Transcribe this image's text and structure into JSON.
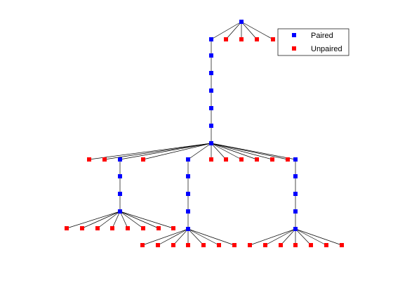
{
  "colors": {
    "paired": "#0000ff",
    "unpaired": "#ff0000",
    "edge": "#000000",
    "legend_border": "#000000",
    "background": "#ffffff"
  },
  "legend": {
    "paired_label": "Paired",
    "unpaired_label": "Unpaired"
  },
  "tree": {
    "nodes": [
      {
        "id": "root",
        "type": "paired"
      },
      {
        "id": "u-r1",
        "type": "unpaired"
      },
      {
        "id": "u-r2",
        "type": "unpaired"
      },
      {
        "id": "u-r3",
        "type": "unpaired"
      },
      {
        "id": "u-r4",
        "type": "unpaired"
      },
      {
        "id": "p-s1",
        "type": "paired"
      },
      {
        "id": "p-s2",
        "type": "paired"
      },
      {
        "id": "p-s3",
        "type": "paired"
      },
      {
        "id": "p-s4",
        "type": "paired"
      },
      {
        "id": "p-s5",
        "type": "paired"
      },
      {
        "id": "p-s6",
        "type": "paired"
      },
      {
        "id": "hub",
        "type": "paired"
      },
      {
        "id": "u-h1",
        "type": "unpaired"
      },
      {
        "id": "u-h2",
        "type": "unpaired"
      },
      {
        "id": "u-h3",
        "type": "unpaired"
      },
      {
        "id": "u-h4",
        "type": "unpaired"
      },
      {
        "id": "u-h5",
        "type": "unpaired"
      },
      {
        "id": "u-h6",
        "type": "unpaired"
      },
      {
        "id": "u-h7",
        "type": "unpaired"
      },
      {
        "id": "u-h8",
        "type": "unpaired"
      },
      {
        "id": "u-h9",
        "type": "unpaired"
      },
      {
        "id": "a1",
        "type": "paired"
      },
      {
        "id": "a2",
        "type": "paired"
      },
      {
        "id": "a3",
        "type": "paired"
      },
      {
        "id": "a4",
        "type": "paired"
      },
      {
        "id": "b1",
        "type": "paired"
      },
      {
        "id": "b2",
        "type": "paired"
      },
      {
        "id": "b3",
        "type": "paired"
      },
      {
        "id": "b4",
        "type": "paired"
      },
      {
        "id": "b5",
        "type": "paired"
      },
      {
        "id": "c1",
        "type": "paired"
      },
      {
        "id": "c2",
        "type": "paired"
      },
      {
        "id": "c3",
        "type": "paired"
      },
      {
        "id": "c4",
        "type": "paired"
      },
      {
        "id": "c5",
        "type": "paired"
      },
      {
        "id": "u-a1",
        "type": "unpaired"
      },
      {
        "id": "u-a2",
        "type": "unpaired"
      },
      {
        "id": "u-a3",
        "type": "unpaired"
      },
      {
        "id": "u-a4",
        "type": "unpaired"
      },
      {
        "id": "u-a5",
        "type": "unpaired"
      },
      {
        "id": "u-a6",
        "type": "unpaired"
      },
      {
        "id": "u-a7",
        "type": "unpaired"
      },
      {
        "id": "u-a8",
        "type": "unpaired"
      },
      {
        "id": "u-b1",
        "type": "unpaired"
      },
      {
        "id": "u-b2",
        "type": "unpaired"
      },
      {
        "id": "u-b3",
        "type": "unpaired"
      },
      {
        "id": "u-b4",
        "type": "unpaired"
      },
      {
        "id": "u-b5",
        "type": "unpaired"
      },
      {
        "id": "u-b6",
        "type": "unpaired"
      },
      {
        "id": "u-b7",
        "type": "unpaired"
      },
      {
        "id": "u-c1",
        "type": "unpaired"
      },
      {
        "id": "u-c2",
        "type": "unpaired"
      },
      {
        "id": "u-c3",
        "type": "unpaired"
      },
      {
        "id": "u-c4",
        "type": "unpaired"
      },
      {
        "id": "u-c5",
        "type": "unpaired"
      },
      {
        "id": "u-c6",
        "type": "unpaired"
      },
      {
        "id": "u-c7",
        "type": "unpaired"
      }
    ],
    "edges": [
      [
        "root",
        "p-s1"
      ],
      [
        "root",
        "u-r1"
      ],
      [
        "root",
        "u-r2"
      ],
      [
        "root",
        "u-r3"
      ],
      [
        "root",
        "u-r4"
      ],
      [
        "p-s1",
        "p-s2"
      ],
      [
        "p-s2",
        "p-s3"
      ],
      [
        "p-s3",
        "p-s4"
      ],
      [
        "p-s4",
        "p-s5"
      ],
      [
        "p-s5",
        "p-s6"
      ],
      [
        "p-s6",
        "hub"
      ],
      [
        "hub",
        "u-h1"
      ],
      [
        "hub",
        "u-h2"
      ],
      [
        "hub",
        "a1"
      ],
      [
        "hub",
        "u-h3"
      ],
      [
        "hub",
        "b1"
      ],
      [
        "hub",
        "u-h4"
      ],
      [
        "hub",
        "u-h5"
      ],
      [
        "hub",
        "u-h6"
      ],
      [
        "hub",
        "u-h7"
      ],
      [
        "hub",
        "u-h8"
      ],
      [
        "hub",
        "u-h9"
      ],
      [
        "hub",
        "c1"
      ],
      [
        "a1",
        "a2"
      ],
      [
        "a2",
        "a3"
      ],
      [
        "a3",
        "a4"
      ],
      [
        "b1",
        "b2"
      ],
      [
        "b2",
        "b3"
      ],
      [
        "b3",
        "b4"
      ],
      [
        "b4",
        "b5"
      ],
      [
        "c1",
        "c2"
      ],
      [
        "c2",
        "c3"
      ],
      [
        "c3",
        "c4"
      ],
      [
        "c4",
        "c5"
      ],
      [
        "a4",
        "u-a1"
      ],
      [
        "a4",
        "u-a2"
      ],
      [
        "a4",
        "u-a3"
      ],
      [
        "a4",
        "u-a4"
      ],
      [
        "a4",
        "u-a5"
      ],
      [
        "a4",
        "u-a6"
      ],
      [
        "a4",
        "u-a7"
      ],
      [
        "a4",
        "u-a8"
      ],
      [
        "b5",
        "u-b1"
      ],
      [
        "b5",
        "u-b2"
      ],
      [
        "b5",
        "u-b3"
      ],
      [
        "b5",
        "u-b4"
      ],
      [
        "b5",
        "u-b5"
      ],
      [
        "b5",
        "u-b6"
      ],
      [
        "b5",
        "u-b7"
      ],
      [
        "c5",
        "u-c1"
      ],
      [
        "c5",
        "u-c2"
      ],
      [
        "c5",
        "u-c3"
      ],
      [
        "c5",
        "u-c4"
      ],
      [
        "c5",
        "u-c5"
      ],
      [
        "c5",
        "u-c6"
      ],
      [
        "c5",
        "u-c7"
      ]
    ]
  }
}
